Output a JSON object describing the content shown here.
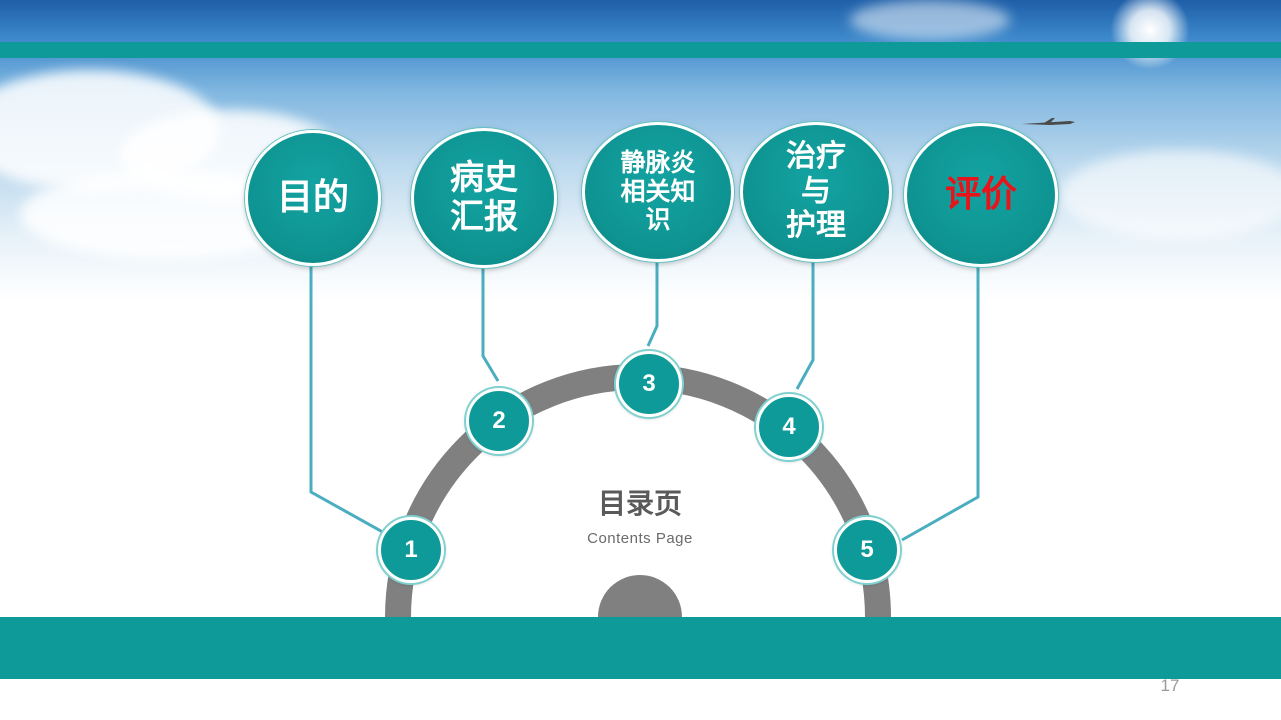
{
  "slide": {
    "center_title": "目录页",
    "center_subtitle": "Contents Page",
    "page_number": "17"
  },
  "topics": [
    {
      "label": "目的",
      "color": "#ffffff"
    },
    {
      "label": "病史\n汇报",
      "color": "#ffffff"
    },
    {
      "label": "静脉炎\n相关知\n识",
      "color": "#ffffff"
    },
    {
      "label": "治疗\n与\n护理",
      "color": "#ffffff"
    },
    {
      "label": "评价",
      "color": "#e8141b"
    }
  ],
  "steps": [
    "1",
    "2",
    "3",
    "4",
    "5"
  ],
  "colors": {
    "teal": "#0e9a98",
    "arc_gray": "#808080",
    "connector": "#4aaec0",
    "highlight_red": "#e8141b"
  }
}
